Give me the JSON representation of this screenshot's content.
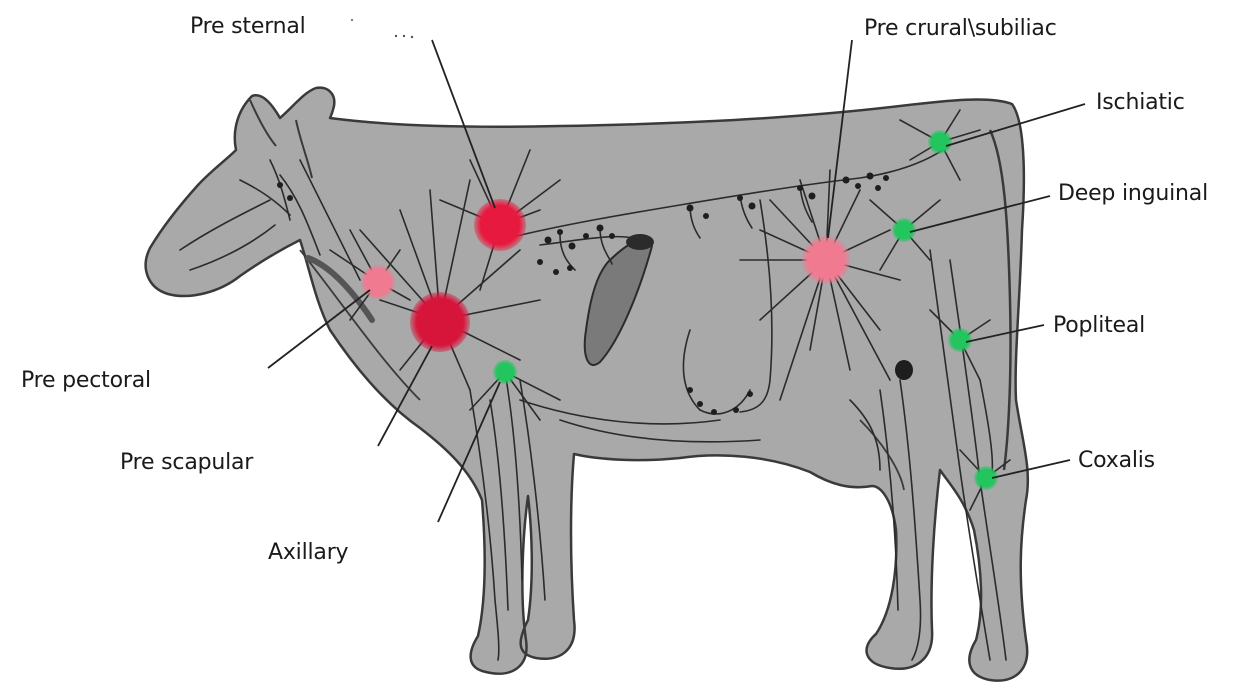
{
  "diagram": {
    "labels": {
      "pre_sternal": "Pre sternal",
      "pre_crural": "Pre crural\\subiliac",
      "ischiatic": "Ischiatic",
      "deep_inguinal": "Deep inguinal",
      "popliteal": "Popliteal",
      "coxalis": "Coxalis",
      "pre_pectoral": "Pre pectoral",
      "pre_scapular": "Pre scapular",
      "axillary": "Axillary"
    },
    "colors": {
      "body_fill": "#a9a9a9",
      "outline": "#3a3a3a",
      "vessel": "#2b2b2b",
      "node_red": "#e8193e",
      "node_dark_red": "#d7143a",
      "node_pink": "#f07a90",
      "node_green": "#22c55e",
      "leader": "#222222"
    }
  }
}
